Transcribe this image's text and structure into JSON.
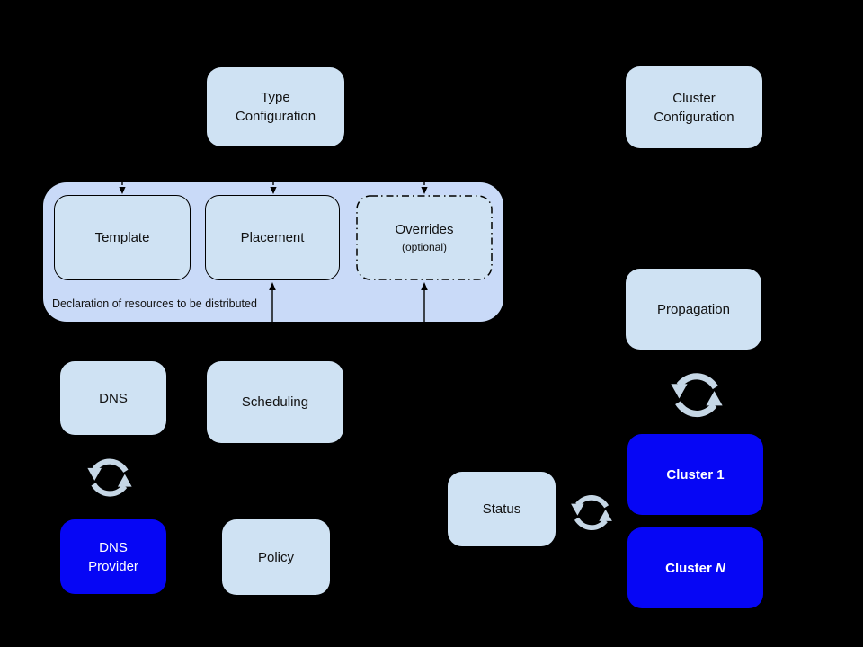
{
  "diagram": {
    "background_color": "#000000",
    "colors": {
      "light_node_fill": "#cfe2f3",
      "group_fill": "#c9daf8",
      "blue_node_fill": "#0606f5",
      "node_text": "#111111",
      "blue_node_text": "#ffffff",
      "connector": "#000000",
      "sync_icon": "#c6d7e6"
    },
    "group": {
      "caption": "Declaration of resources to be distributed"
    },
    "nodes": {
      "type_configuration": {
        "label": "Type\nConfiguration"
      },
      "cluster_configuration": {
        "label": "Cluster\nConfiguration"
      },
      "template": {
        "label": "Template"
      },
      "placement": {
        "label": "Placement"
      },
      "overrides": {
        "label": "Overrides",
        "sublabel": "(optional)"
      },
      "dns": {
        "label": "DNS"
      },
      "scheduling": {
        "label": "Scheduling"
      },
      "dns_provider": {
        "label": "DNS\nProvider"
      },
      "policy": {
        "label": "Policy"
      },
      "propagation": {
        "label": "Propagation"
      },
      "status": {
        "label": "Status"
      },
      "cluster_1": {
        "label": "Cluster 1"
      },
      "cluster_n": {
        "label_prefix": "Cluster ",
        "label_variable": "N"
      }
    },
    "icons": {
      "sync": "sync-arrows-icon"
    }
  }
}
